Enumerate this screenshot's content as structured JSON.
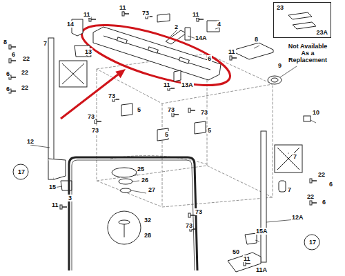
{
  "diagram": {
    "nodes": [
      {
        "text": [
          "23",
          "23A"
        ]
      }
    ],
    "labels": [
      "11",
      "14",
      "11",
      "73",
      "11",
      "2",
      "4",
      "8",
      "7",
      "6",
      "22",
      "22",
      "6",
      "22",
      "6",
      "13",
      "14A",
      "11",
      "8",
      "6",
      "11",
      "13A",
      "9",
      "Not Available As a Replacement",
      "73",
      "73",
      "73",
      "5",
      "73",
      "73",
      "5",
      "5",
      "10",
      "12",
      "17",
      "25",
      "26",
      "27",
      "15",
      "11",
      "3",
      "7",
      "22",
      "6",
      "7",
      "22",
      "6",
      "73",
      "73",
      "32",
      "28",
      "12A",
      "15A",
      "17",
      "50",
      "11",
      "11A"
    ]
  }
}
